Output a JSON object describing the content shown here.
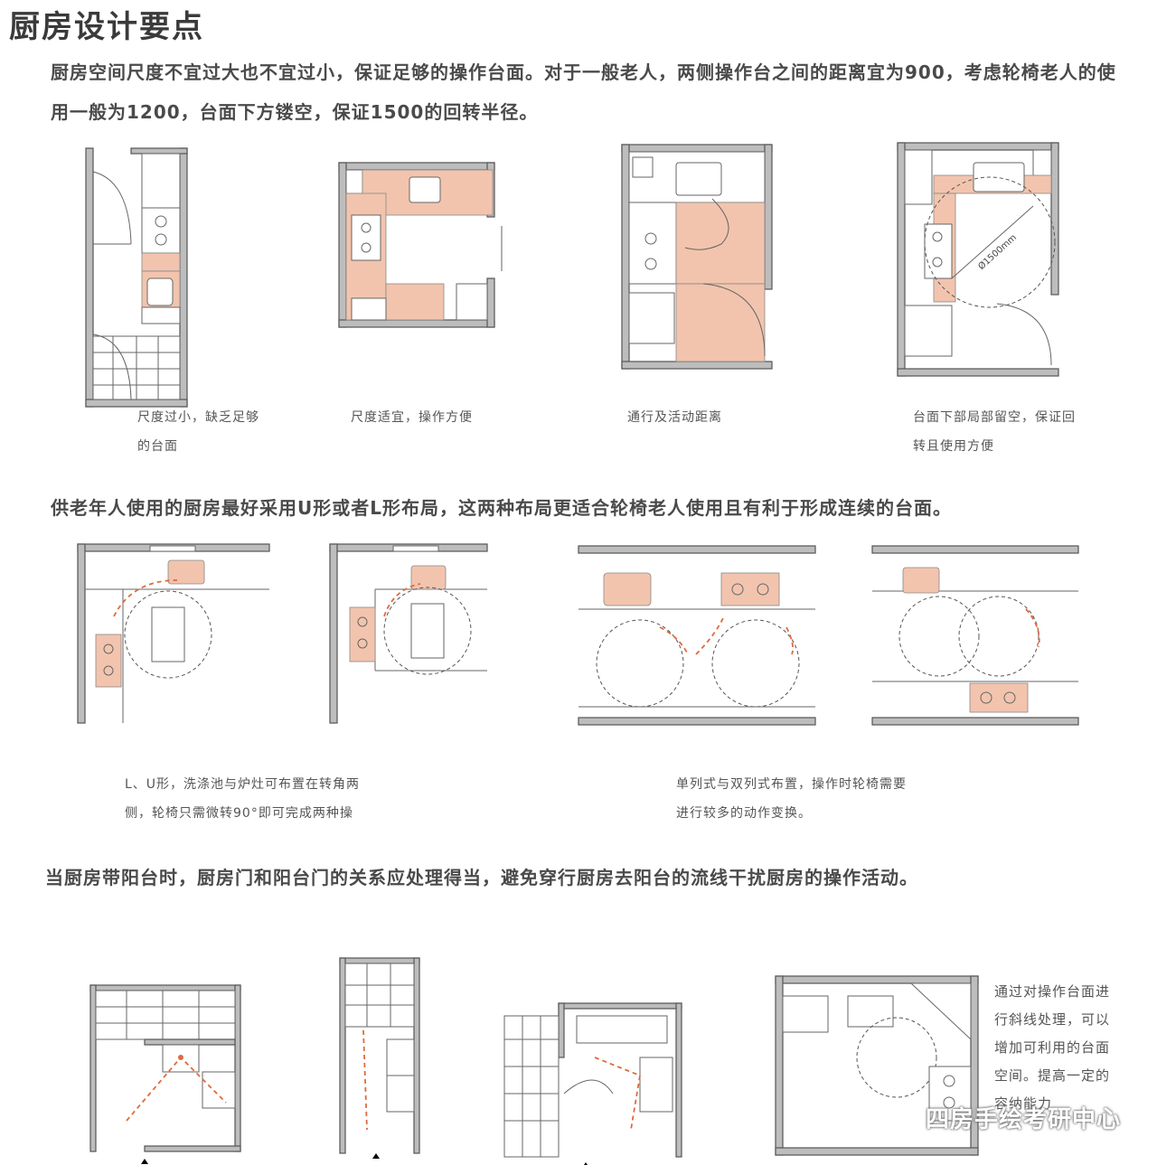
{
  "title": "厨房设计要点",
  "intro": "厨房空间尺度不宜过大也不宜过小，保证足够的操作台面。对于一般老人，两侧操作台之间的距离宜为900，考虑轮椅老人的使用一般为1200，台面下方镂空，保证1500的回转半径。",
  "section1": {
    "captions": [
      {
        "line1": "尺度过小，缺乏足够",
        "line2": "的台面"
      },
      {
        "line1": "尺度适宜，操作方便",
        "line2": ""
      },
      {
        "line1": "通行及活动距离",
        "line2": ""
      },
      {
        "line1": "台面下部局部留空，保证回",
        "line2": "转且使用方便"
      }
    ],
    "dimension_label": "Ø1500mm"
  },
  "section2": {
    "heading": "供老年人使用的厨房最好采用U形或者L形布局，这两种布局更适合轮椅老人使用且有利于形成连续的台面。",
    "caption_left": {
      "line1": "L、U形，洗涤池与炉灶可布置在转角两",
      "line2": "侧，轮椅只需微转90°即可完成两种操"
    },
    "caption_right": {
      "line1": "单列式与双列式布置，操作时轮椅需要",
      "line2": "进行较多的动作变换。"
    }
  },
  "section3": {
    "heading": "当厨房带阳台时，厨房门和阳台门的关系应处理得当，避免穿行厨房去阳台的流线干扰厨房的操作活动。",
    "note": [
      "通过对操作台面进",
      "行斜线处理，可以",
      "增加可利用的台面",
      "空间。提高一定的",
      "容纳能力"
    ]
  },
  "watermark": "四房手绘考研中心",
  "colors": {
    "counter": "#f2c4ae",
    "wall": "#bdbdbd",
    "arrow": "#e06a3c"
  }
}
